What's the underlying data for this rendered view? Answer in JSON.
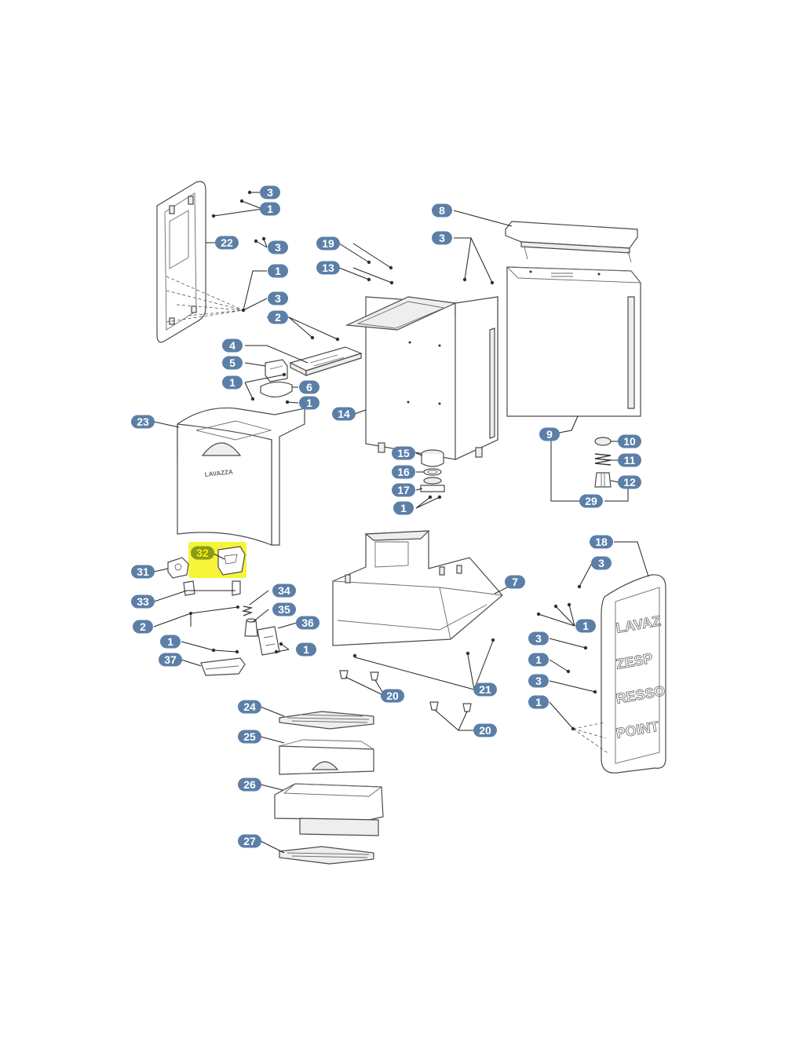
{
  "diagram": {
    "brand_text": "LAVAZZA",
    "panel_lettering": [
      "LAVAZ",
      "ZESP",
      "RESSO",
      "POINT"
    ],
    "highlight_color": "#f4f218",
    "label_color": "#5b7fa7",
    "labels": [
      {
        "id": "l3a",
        "text": "3"
      },
      {
        "id": "l1a",
        "text": "1"
      },
      {
        "id": "l22",
        "text": "22"
      },
      {
        "id": "l3b",
        "text": "3"
      },
      {
        "id": "l1b",
        "text": "1"
      },
      {
        "id": "l3c",
        "text": "3"
      },
      {
        "id": "l2a",
        "text": "2"
      },
      {
        "id": "l4",
        "text": "4"
      },
      {
        "id": "l5",
        "text": "5"
      },
      {
        "id": "l1c",
        "text": "1"
      },
      {
        "id": "l6",
        "text": "6"
      },
      {
        "id": "l1d",
        "text": "1"
      },
      {
        "id": "l23",
        "text": "23"
      },
      {
        "id": "l19",
        "text": "19"
      },
      {
        "id": "l13",
        "text": "13"
      },
      {
        "id": "l14",
        "text": "14"
      },
      {
        "id": "l15",
        "text": "15"
      },
      {
        "id": "l16",
        "text": "16"
      },
      {
        "id": "l17",
        "text": "17"
      },
      {
        "id": "l1e",
        "text": "1"
      },
      {
        "id": "l8",
        "text": "8"
      },
      {
        "id": "l3d",
        "text": "3"
      },
      {
        "id": "l9",
        "text": "9"
      },
      {
        "id": "l10",
        "text": "10"
      },
      {
        "id": "l11",
        "text": "11"
      },
      {
        "id": "l12",
        "text": "12"
      },
      {
        "id": "l29",
        "text": "29"
      },
      {
        "id": "l32",
        "text": "32"
      },
      {
        "id": "l31",
        "text": "31"
      },
      {
        "id": "l33",
        "text": "33"
      },
      {
        "id": "l34",
        "text": "34"
      },
      {
        "id": "l35",
        "text": "35"
      },
      {
        "id": "l2b",
        "text": "2"
      },
      {
        "id": "l36",
        "text": "36"
      },
      {
        "id": "l1f",
        "text": "1"
      },
      {
        "id": "l1g",
        "text": "1"
      },
      {
        "id": "l37",
        "text": "37"
      },
      {
        "id": "l7",
        "text": "7"
      },
      {
        "id": "l20a",
        "text": "20"
      },
      {
        "id": "l21",
        "text": "21"
      },
      {
        "id": "l20b",
        "text": "20"
      },
      {
        "id": "l24",
        "text": "24"
      },
      {
        "id": "l25",
        "text": "25"
      },
      {
        "id": "l26",
        "text": "26"
      },
      {
        "id": "l27",
        "text": "27"
      },
      {
        "id": "l18",
        "text": "18"
      },
      {
        "id": "l3e",
        "text": "3"
      },
      {
        "id": "l1h",
        "text": "1"
      },
      {
        "id": "l3f",
        "text": "3"
      },
      {
        "id": "l1i",
        "text": "1"
      },
      {
        "id": "l3g",
        "text": "3"
      },
      {
        "id": "l1j",
        "text": "1"
      }
    ]
  }
}
